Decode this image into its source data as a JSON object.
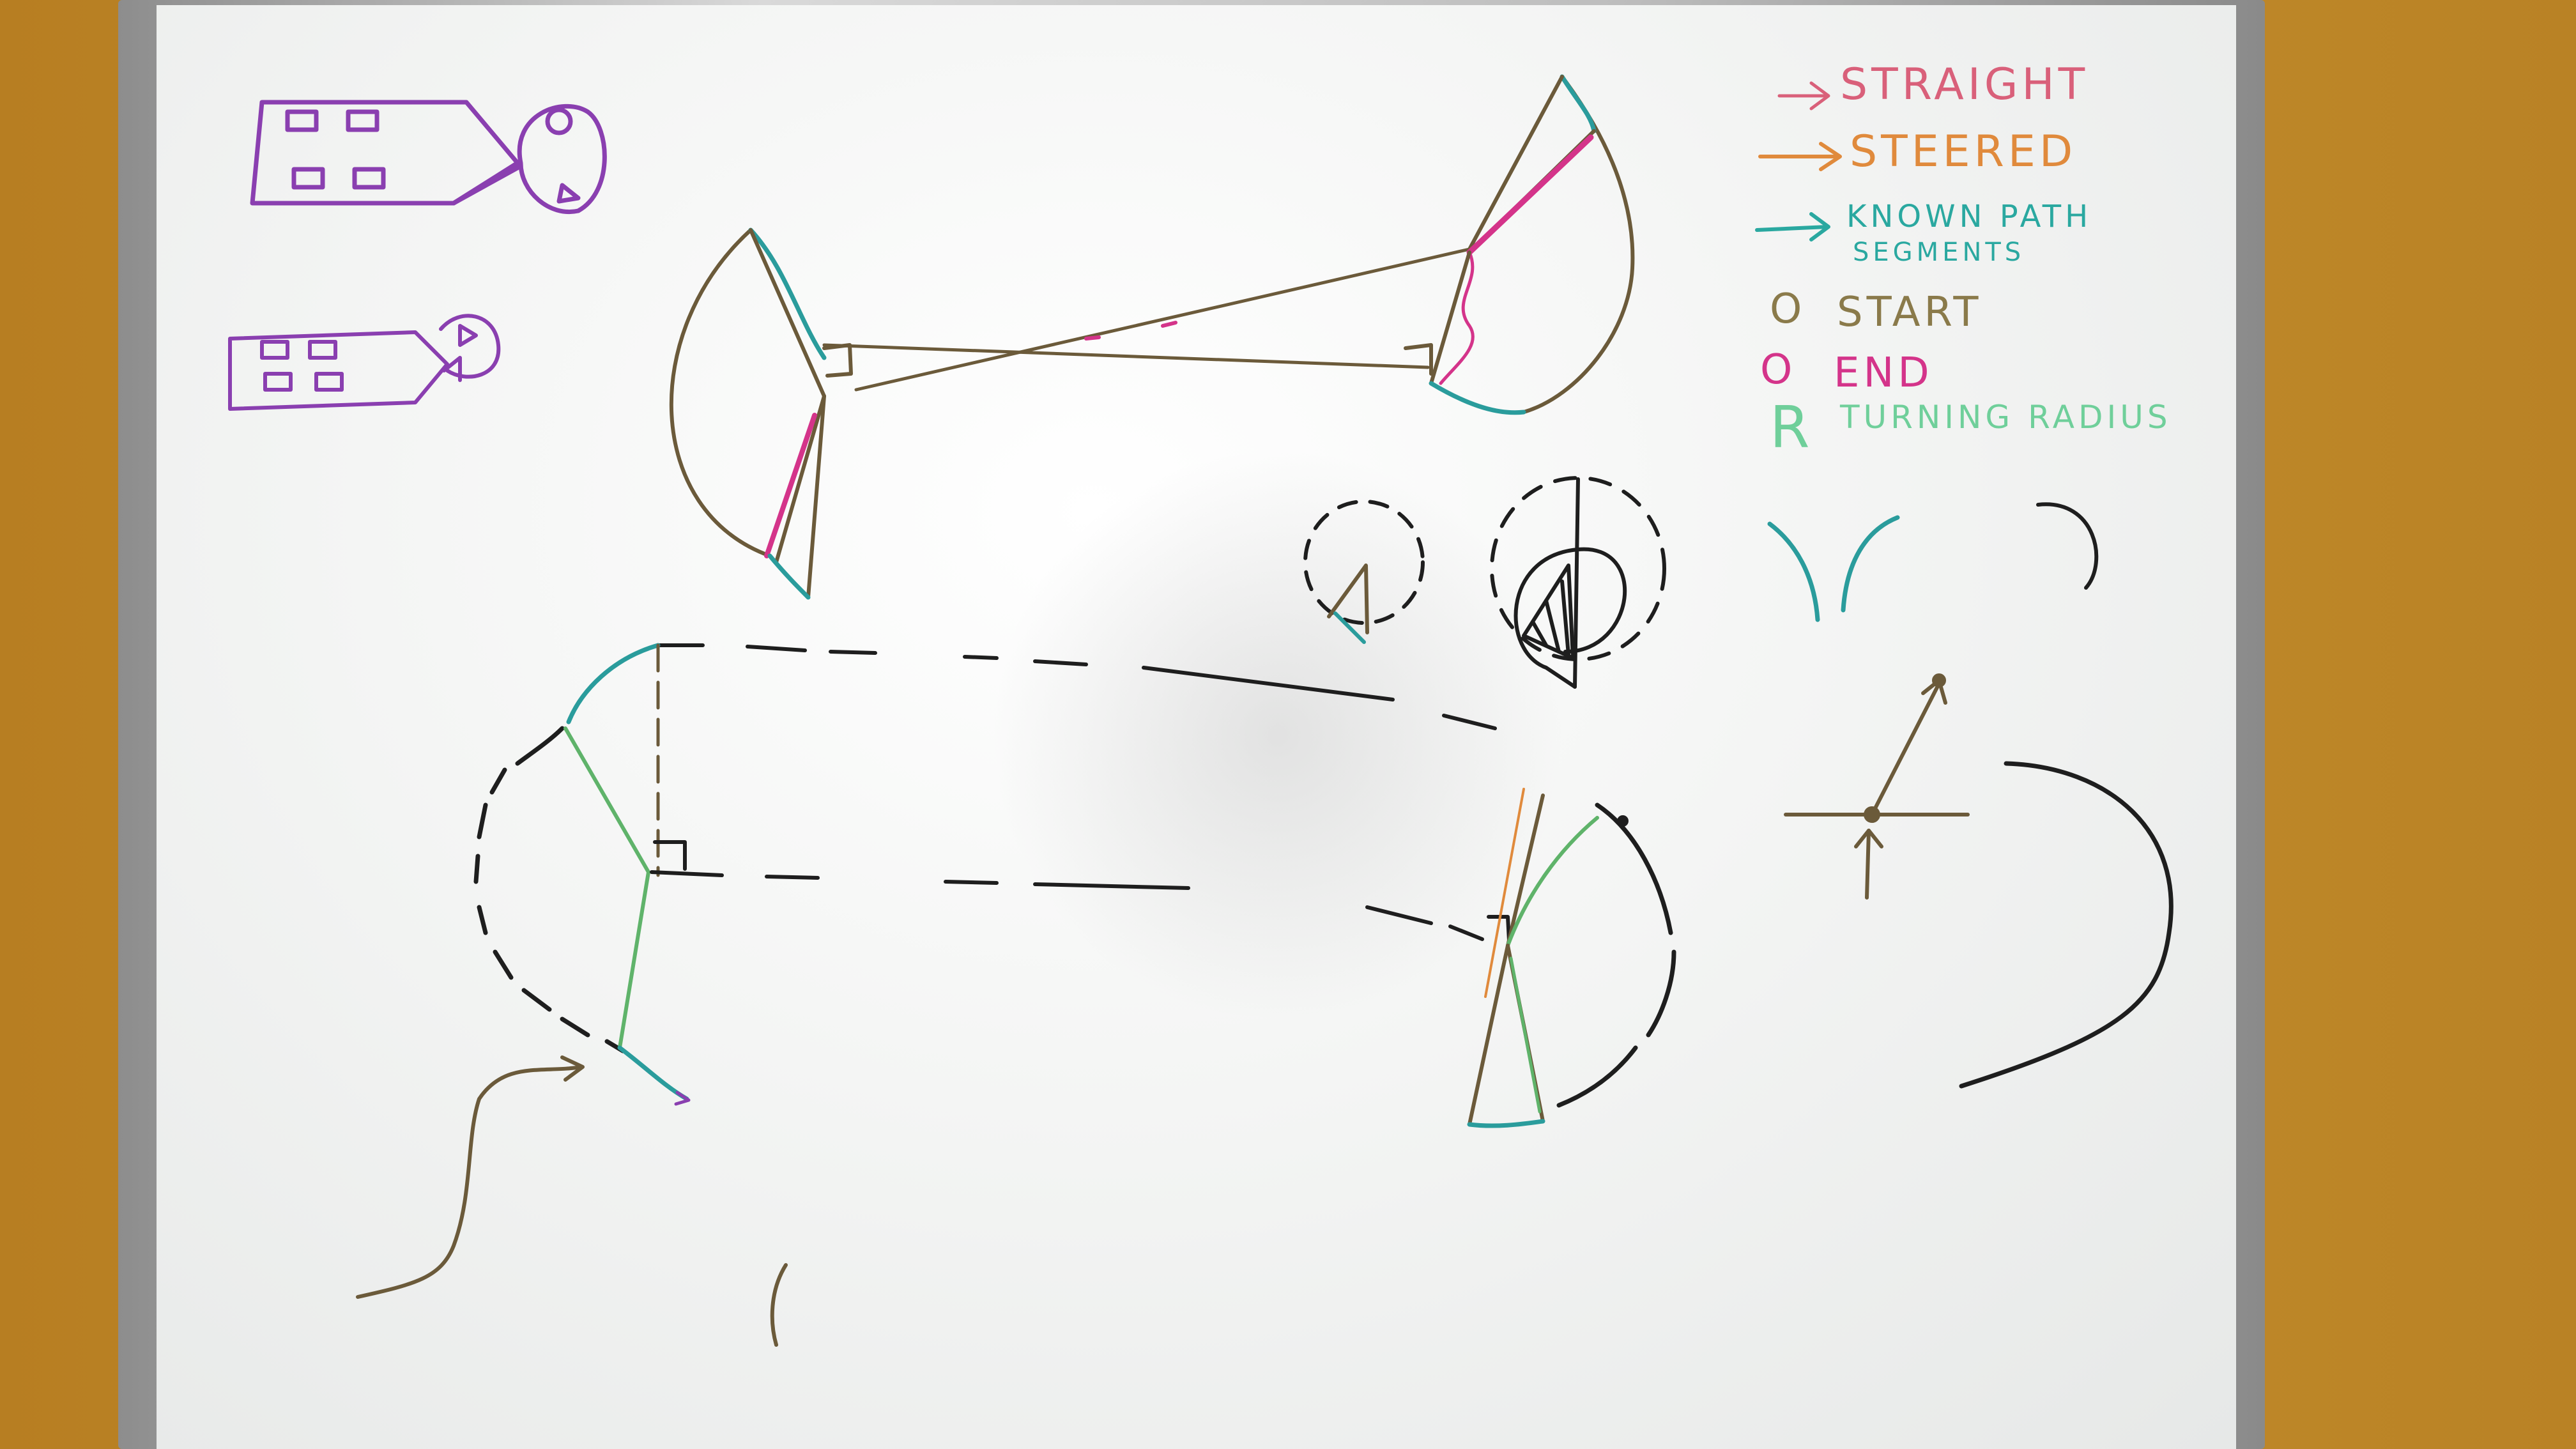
{
  "legend": {
    "straight": {
      "text": "STRAIGHT",
      "color": "#d9607a"
    },
    "steered": {
      "text": "STEERED",
      "color": "#e08a3c"
    },
    "known_path": {
      "line1": "KNOWN PATH",
      "line2": "SEGMENTS",
      "color": "#2aa8a0"
    },
    "start": {
      "symbol": "O",
      "text": "START",
      "color": "#8a7a4a"
    },
    "end": {
      "symbol": "O",
      "text": "END",
      "color": "#d4348a"
    },
    "turning_radius": {
      "symbol": "R",
      "text": "TURNING RADIUS",
      "color": "#6fcf9a"
    }
  },
  "colors": {
    "ink_brown": "#6b5a3a",
    "ink_black": "#1e1e1e",
    "ink_purple": "#8a3fb0",
    "ink_magenta": "#d4348a",
    "ink_teal": "#2a9c9c",
    "ink_green": "#5fb36a",
    "ink_orange": "#e08a3c"
  },
  "icons": [
    "car-with-trailer-icon",
    "car-with-trailer-small-icon",
    "start-arrow-icon"
  ]
}
